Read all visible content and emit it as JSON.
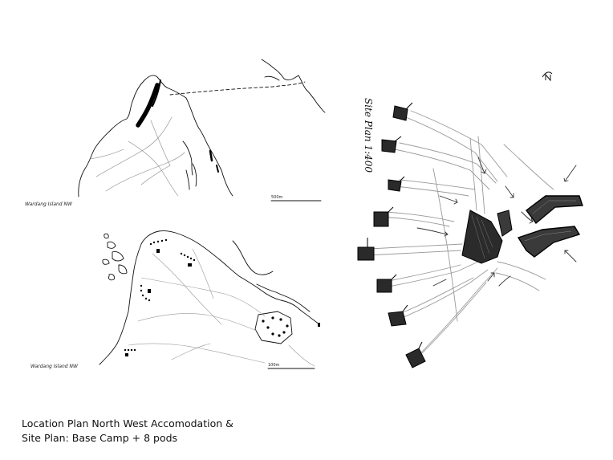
{
  "panels": {
    "location_plan_top": {
      "label": "Wardang Island NW",
      "scale_label": "500m"
    },
    "location_plan_bottom": {
      "label": "Wardang Island NW",
      "scale_label": "100m"
    },
    "site_plan": {
      "title": "Site Plan 1:400",
      "north_marker": "N"
    }
  },
  "caption": {
    "line1": "Location Plan North West Accomodation &",
    "line2": "Site Plan: Base Camp + 8 pods"
  }
}
